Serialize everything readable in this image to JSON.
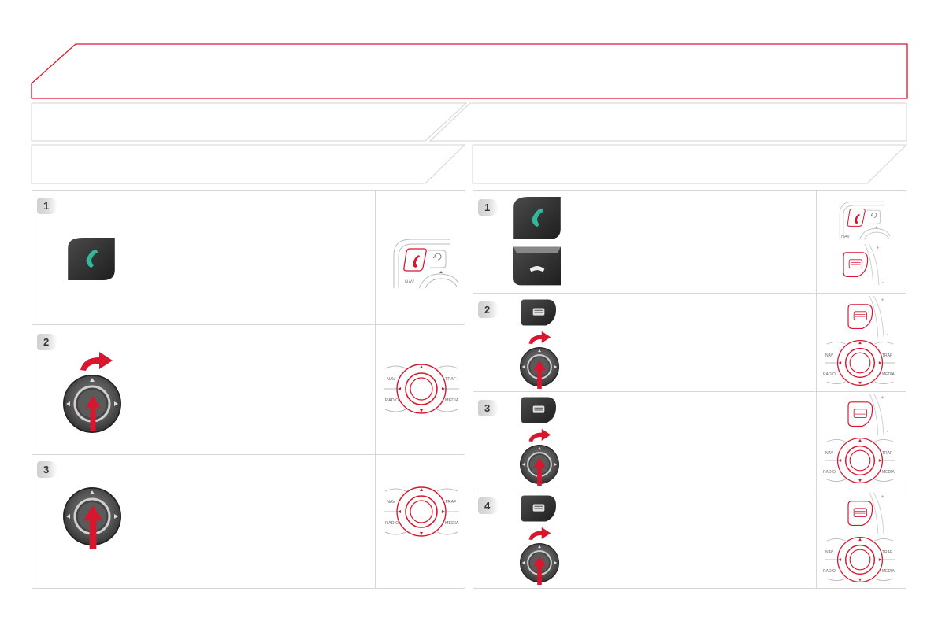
{
  "steps_left": [
    {
      "number": "1"
    },
    {
      "number": "2"
    },
    {
      "number": "3"
    }
  ],
  "steps_right": [
    {
      "number": "1"
    },
    {
      "number": "2"
    },
    {
      "number": "3"
    },
    {
      "number": "4"
    }
  ],
  "console_labels": {
    "nav": "NAV",
    "traf": "TRAF",
    "radio": "RADIO",
    "media": "MEDIA"
  },
  "colors": {
    "accent_red": "#d8172f",
    "frame_gray": "#cfcfcf",
    "button_dark": "#333333",
    "phone_green": "#35b59a"
  }
}
